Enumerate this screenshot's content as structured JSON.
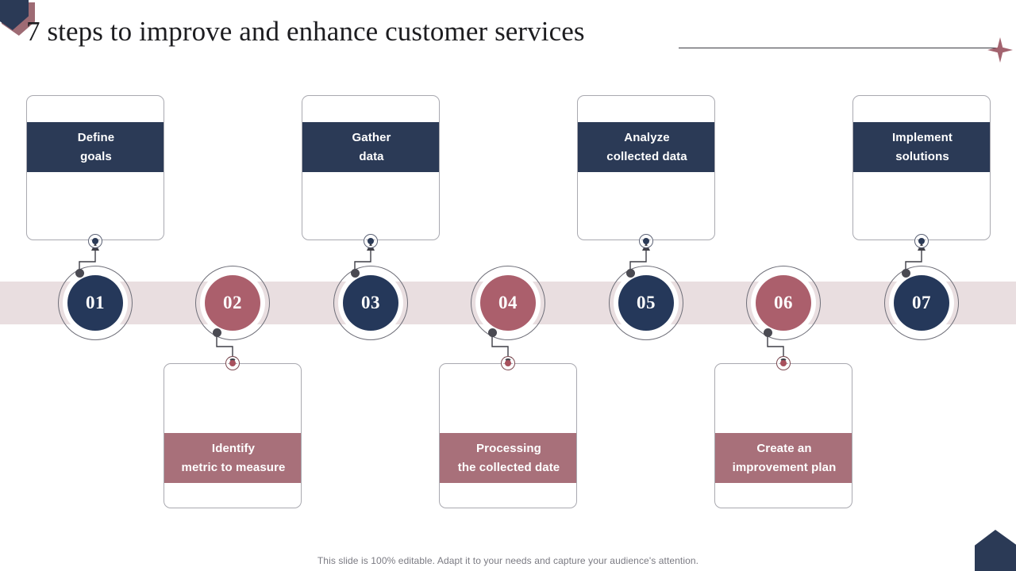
{
  "slide": {
    "title": "7 steps to improve and enhance customer services",
    "footer": "This slide is 100% editable. Adapt it to your needs and capture your audience's attention."
  },
  "colors": {
    "navy": "#2b3a56",
    "mauve": "#a8707a",
    "band": "#e9dee0",
    "circle_navy": "#25385a",
    "circle_mauve": "#ab5f6c",
    "text_dark": "#1d1d20",
    "footer_text": "#7a7a82"
  },
  "steps": [
    {
      "number": "01",
      "color": "navy",
      "position": "top",
      "line1": "Define",
      "line2": "goals"
    },
    {
      "number": "02",
      "color": "mauve",
      "position": "bottom",
      "line1": "Identify",
      "line2": "metric to measure"
    },
    {
      "number": "03",
      "color": "navy",
      "position": "top",
      "line1": "Gather",
      "line2": "data"
    },
    {
      "number": "04",
      "color": "mauve",
      "position": "bottom",
      "line1": "Processing",
      "line2": "the collected date"
    },
    {
      "number": "05",
      "color": "navy",
      "position": "top",
      "line1": "Analyze",
      "line2": "collected data"
    },
    {
      "number": "06",
      "color": "mauve",
      "position": "bottom",
      "line1": "Create an",
      "line2": "improvement plan"
    },
    {
      "number": "07",
      "color": "navy",
      "position": "top",
      "line1": "Implement",
      "line2": "solutions"
    }
  ]
}
